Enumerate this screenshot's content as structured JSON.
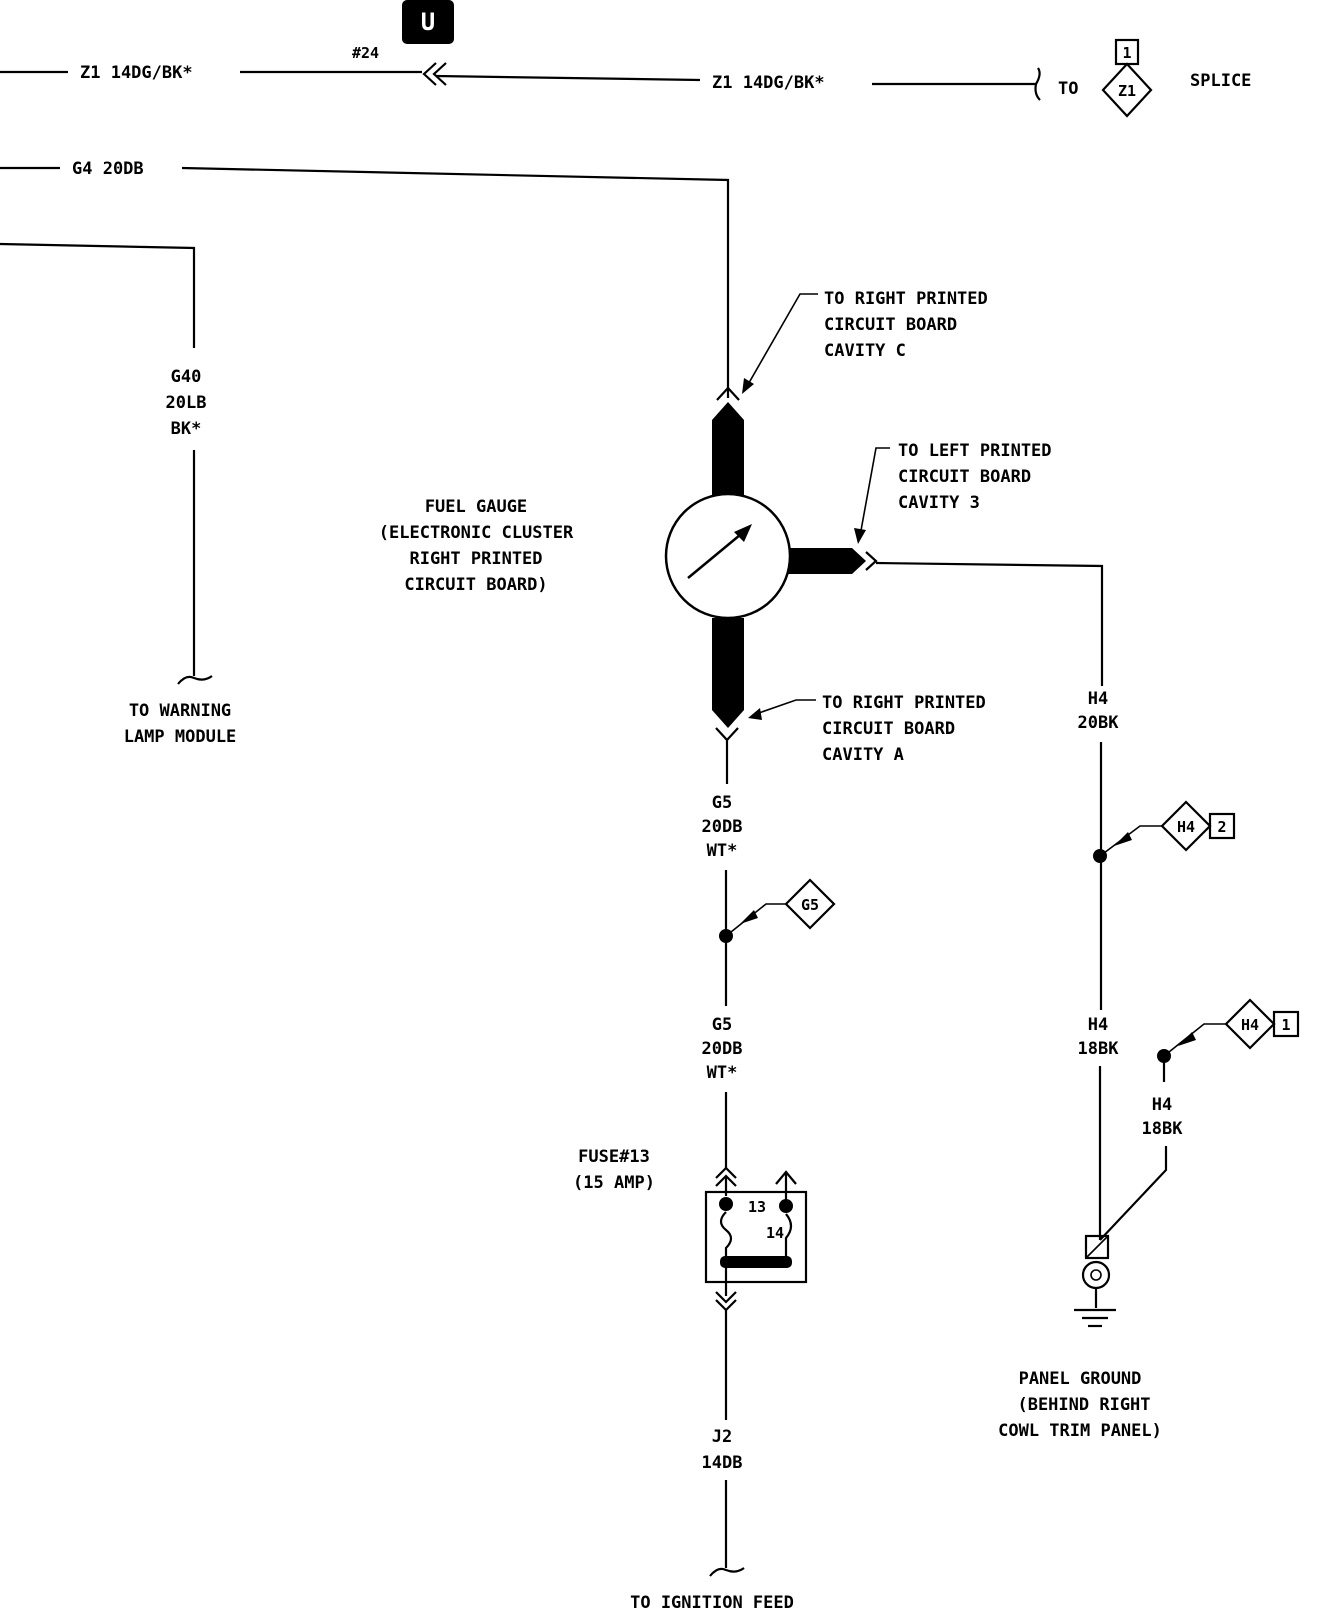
{
  "header": {
    "badge": "U"
  },
  "wires": {
    "z1_left": "Z1 14DG/BK*",
    "z1_right": "Z1 14DG/BK*",
    "connector_24": "#24",
    "g4": "G4 20DB",
    "g40": [
      "G40",
      "20LB",
      "BK*"
    ],
    "g5_upper": [
      "G5",
      "20DB",
      "WT*"
    ],
    "g5_lower": [
      "G5",
      "20DB",
      "WT*"
    ],
    "h4_upper": [
      "H4",
      "20BK"
    ],
    "h4_lower": [
      "H4",
      "18BK"
    ],
    "h4_branch": [
      "H4",
      "18BK"
    ],
    "j2": [
      "J2",
      "14DB"
    ]
  },
  "splice": {
    "to": "TO",
    "id": "Z1",
    "pin": "1",
    "label": "SPLICE"
  },
  "connector_labels": {
    "cavity_c": [
      "TO RIGHT PRINTED",
      "CIRCUIT BOARD",
      "CAVITY C"
    ],
    "cavity_3": [
      "TO LEFT PRINTED",
      "CIRCUIT BOARD",
      "CAVITY 3"
    ],
    "cavity_a": [
      "TO RIGHT PRINTED",
      "CIRCUIT BOARD",
      "CAVITY A"
    ]
  },
  "gauge": {
    "label": [
      "FUEL GAUGE",
      "(ELECTRONIC CLUSTER",
      "RIGHT PRINTED",
      "CIRCUIT BOARD)"
    ]
  },
  "warning_lamp": [
    "TO WARNING",
    "LAMP MODULE"
  ],
  "splices": {
    "g5": {
      "id": "G5"
    },
    "h4_2": {
      "id": "H4",
      "pin": "2"
    },
    "h4_1": {
      "id": "H4",
      "pin": "1"
    }
  },
  "fuse": {
    "label": [
      "FUSE#13",
      "(15 AMP)"
    ],
    "pin_a": "13",
    "pin_b": "14"
  },
  "ground": {
    "label": [
      "PANEL GROUND",
      "(BEHIND RIGHT",
      "COWL TRIM PANEL)"
    ]
  },
  "ignition": "TO IGNITION FEED"
}
